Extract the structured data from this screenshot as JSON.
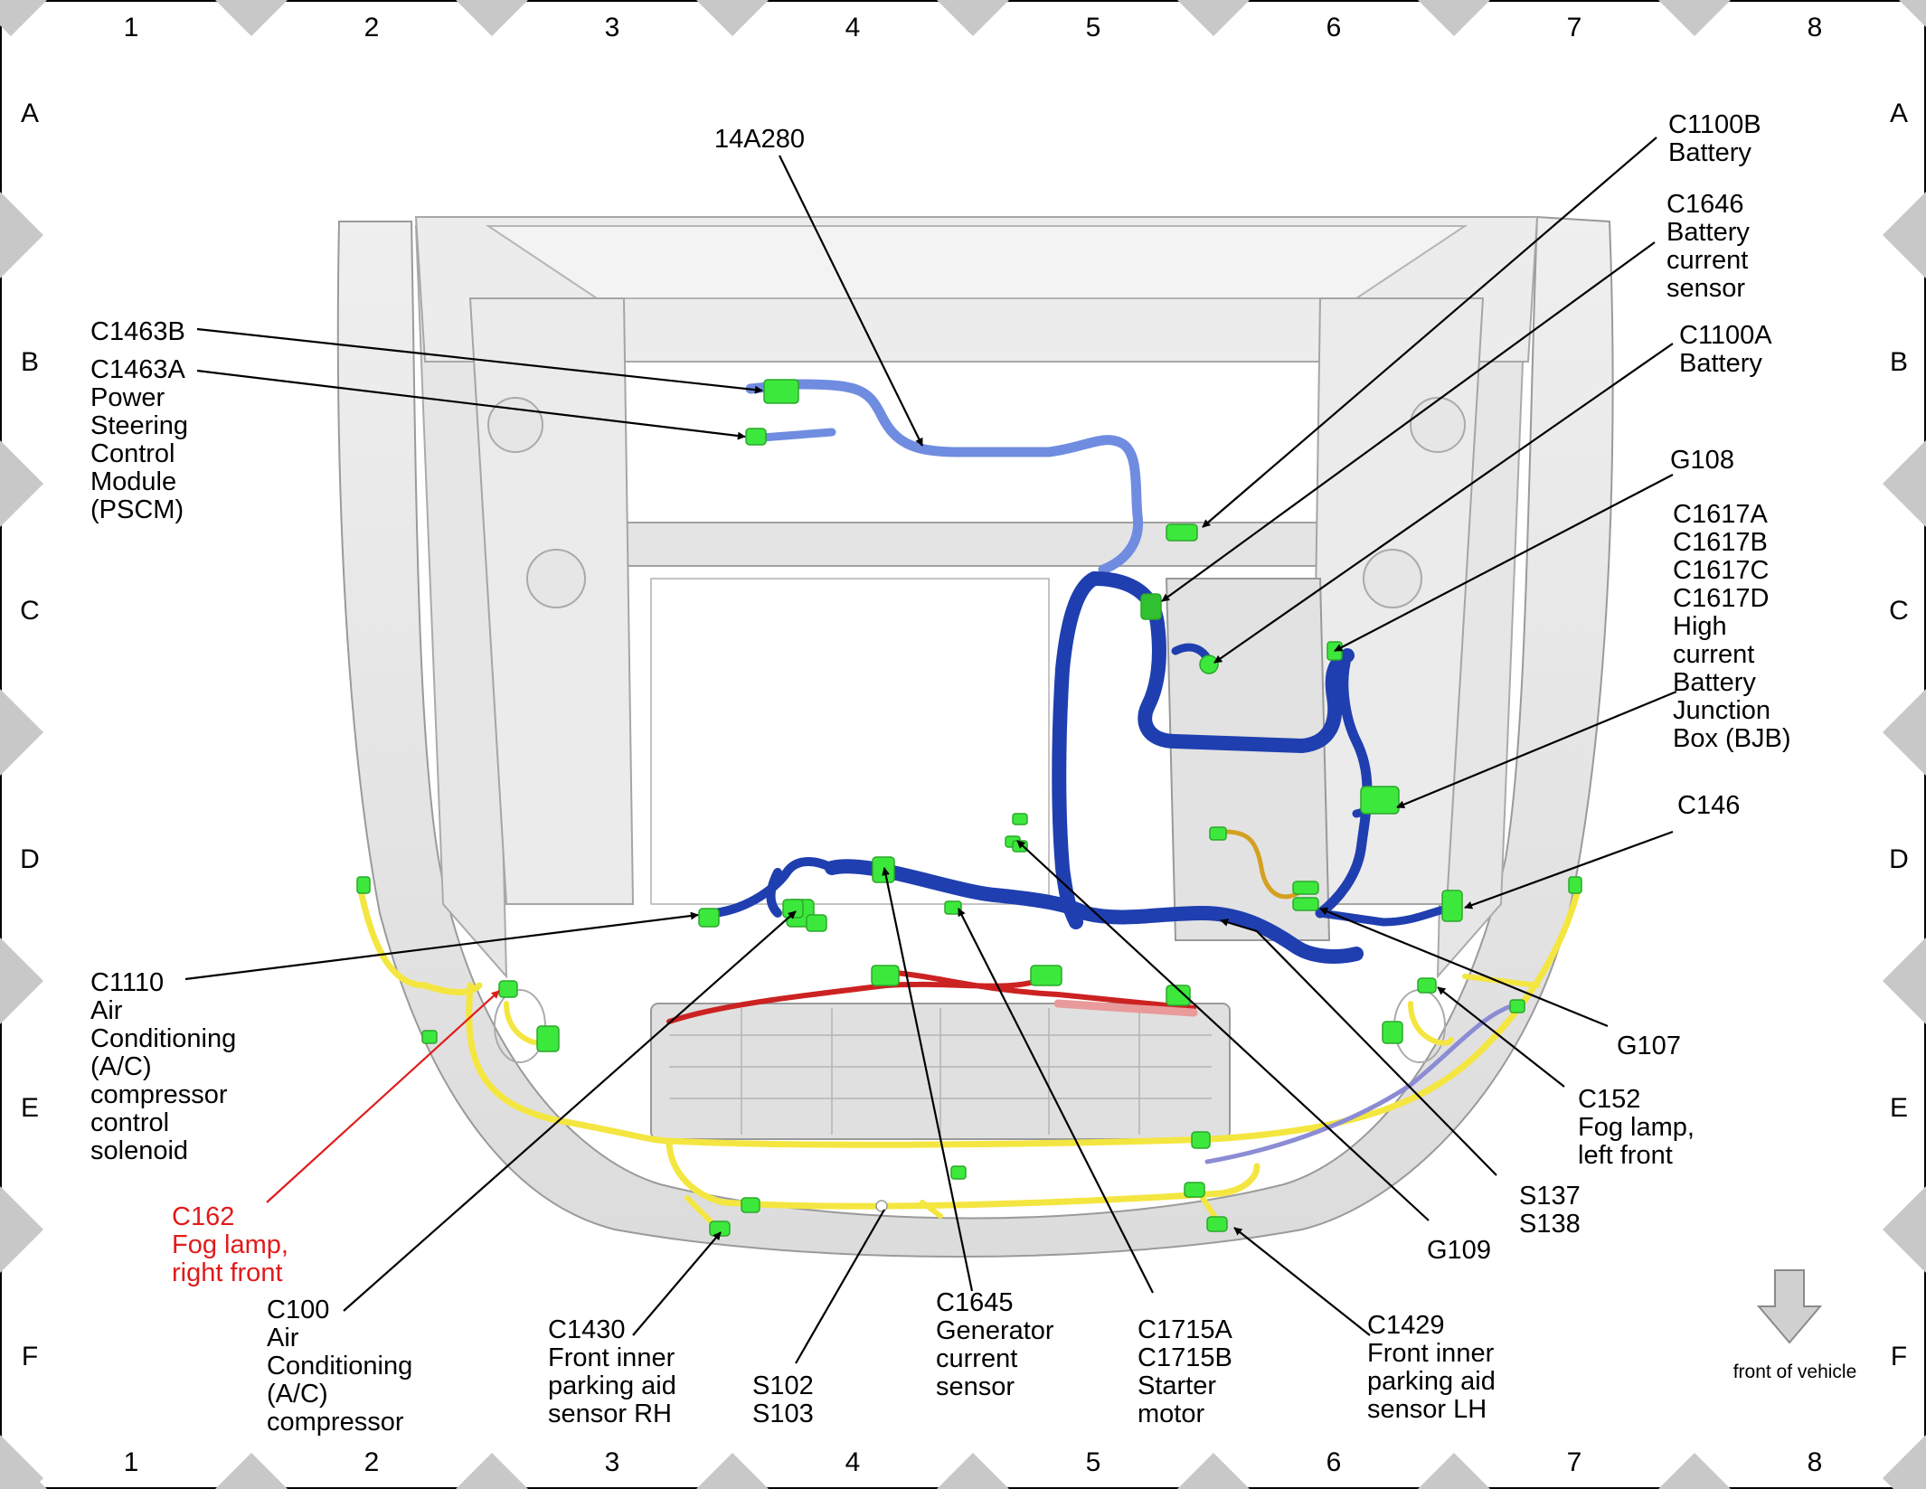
{
  "grid": {
    "columns": [
      "1",
      "2",
      "3",
      "4",
      "5",
      "6",
      "7",
      "8"
    ],
    "rows": [
      "A",
      "B",
      "C",
      "D",
      "E",
      "F"
    ]
  },
  "colors": {
    "harness_blue": "#1f3fb0",
    "harness_light_blue": "#6f8ce0",
    "harness_yellow": "#f4e640",
    "harness_red": "#cc2222",
    "connector_green": "#3de83d",
    "highlight_label": "#e01b1b",
    "body_gray": "#d9d9d9"
  },
  "labels": {
    "c1463b": [
      "C1463B"
    ],
    "c1463a": [
      "C1463A",
      "Power",
      "Steering",
      "Control",
      "Module",
      "(PSCM)"
    ],
    "h14a280": [
      "14A280"
    ],
    "c1100b": [
      "C1100B",
      "Battery"
    ],
    "c1646": [
      "C1646",
      "Battery",
      "current",
      "sensor"
    ],
    "c1100a": [
      "C1100A",
      "Battery"
    ],
    "g108": [
      "G108"
    ],
    "c1617": [
      "C1617A",
      "C1617B",
      "C1617C",
      "C1617D",
      "High",
      "current",
      "Battery",
      "Junction",
      "Box (BJB)"
    ],
    "c146": [
      "C146"
    ],
    "g107": [
      "G107"
    ],
    "c152": [
      "C152",
      "Fog lamp,",
      "left front"
    ],
    "s137": [
      "S137",
      "S138"
    ],
    "g109": [
      "G109"
    ],
    "c1429": [
      "C1429",
      "Front inner",
      "parking aid",
      "sensor LH"
    ],
    "c1715": [
      "C1715A",
      "C1715B",
      "Starter",
      "motor"
    ],
    "c1645": [
      "C1645",
      "Generator",
      "current",
      "sensor"
    ],
    "s102": [
      "S102",
      "S103"
    ],
    "c1430": [
      "C1430",
      "Front inner",
      "parking aid",
      "sensor RH"
    ],
    "c100": [
      "C100",
      "Air",
      "Conditioning",
      "(A/C)",
      "compressor"
    ],
    "c162": [
      "C162",
      "Fog lamp,",
      "right front"
    ],
    "c1110": [
      "C1110",
      "Air",
      "Conditioning",
      "(A/C)",
      "compressor",
      "control",
      "solenoid"
    ]
  },
  "front_indicator": {
    "label": "front of vehicle",
    "icon": "arrow-down-icon"
  }
}
